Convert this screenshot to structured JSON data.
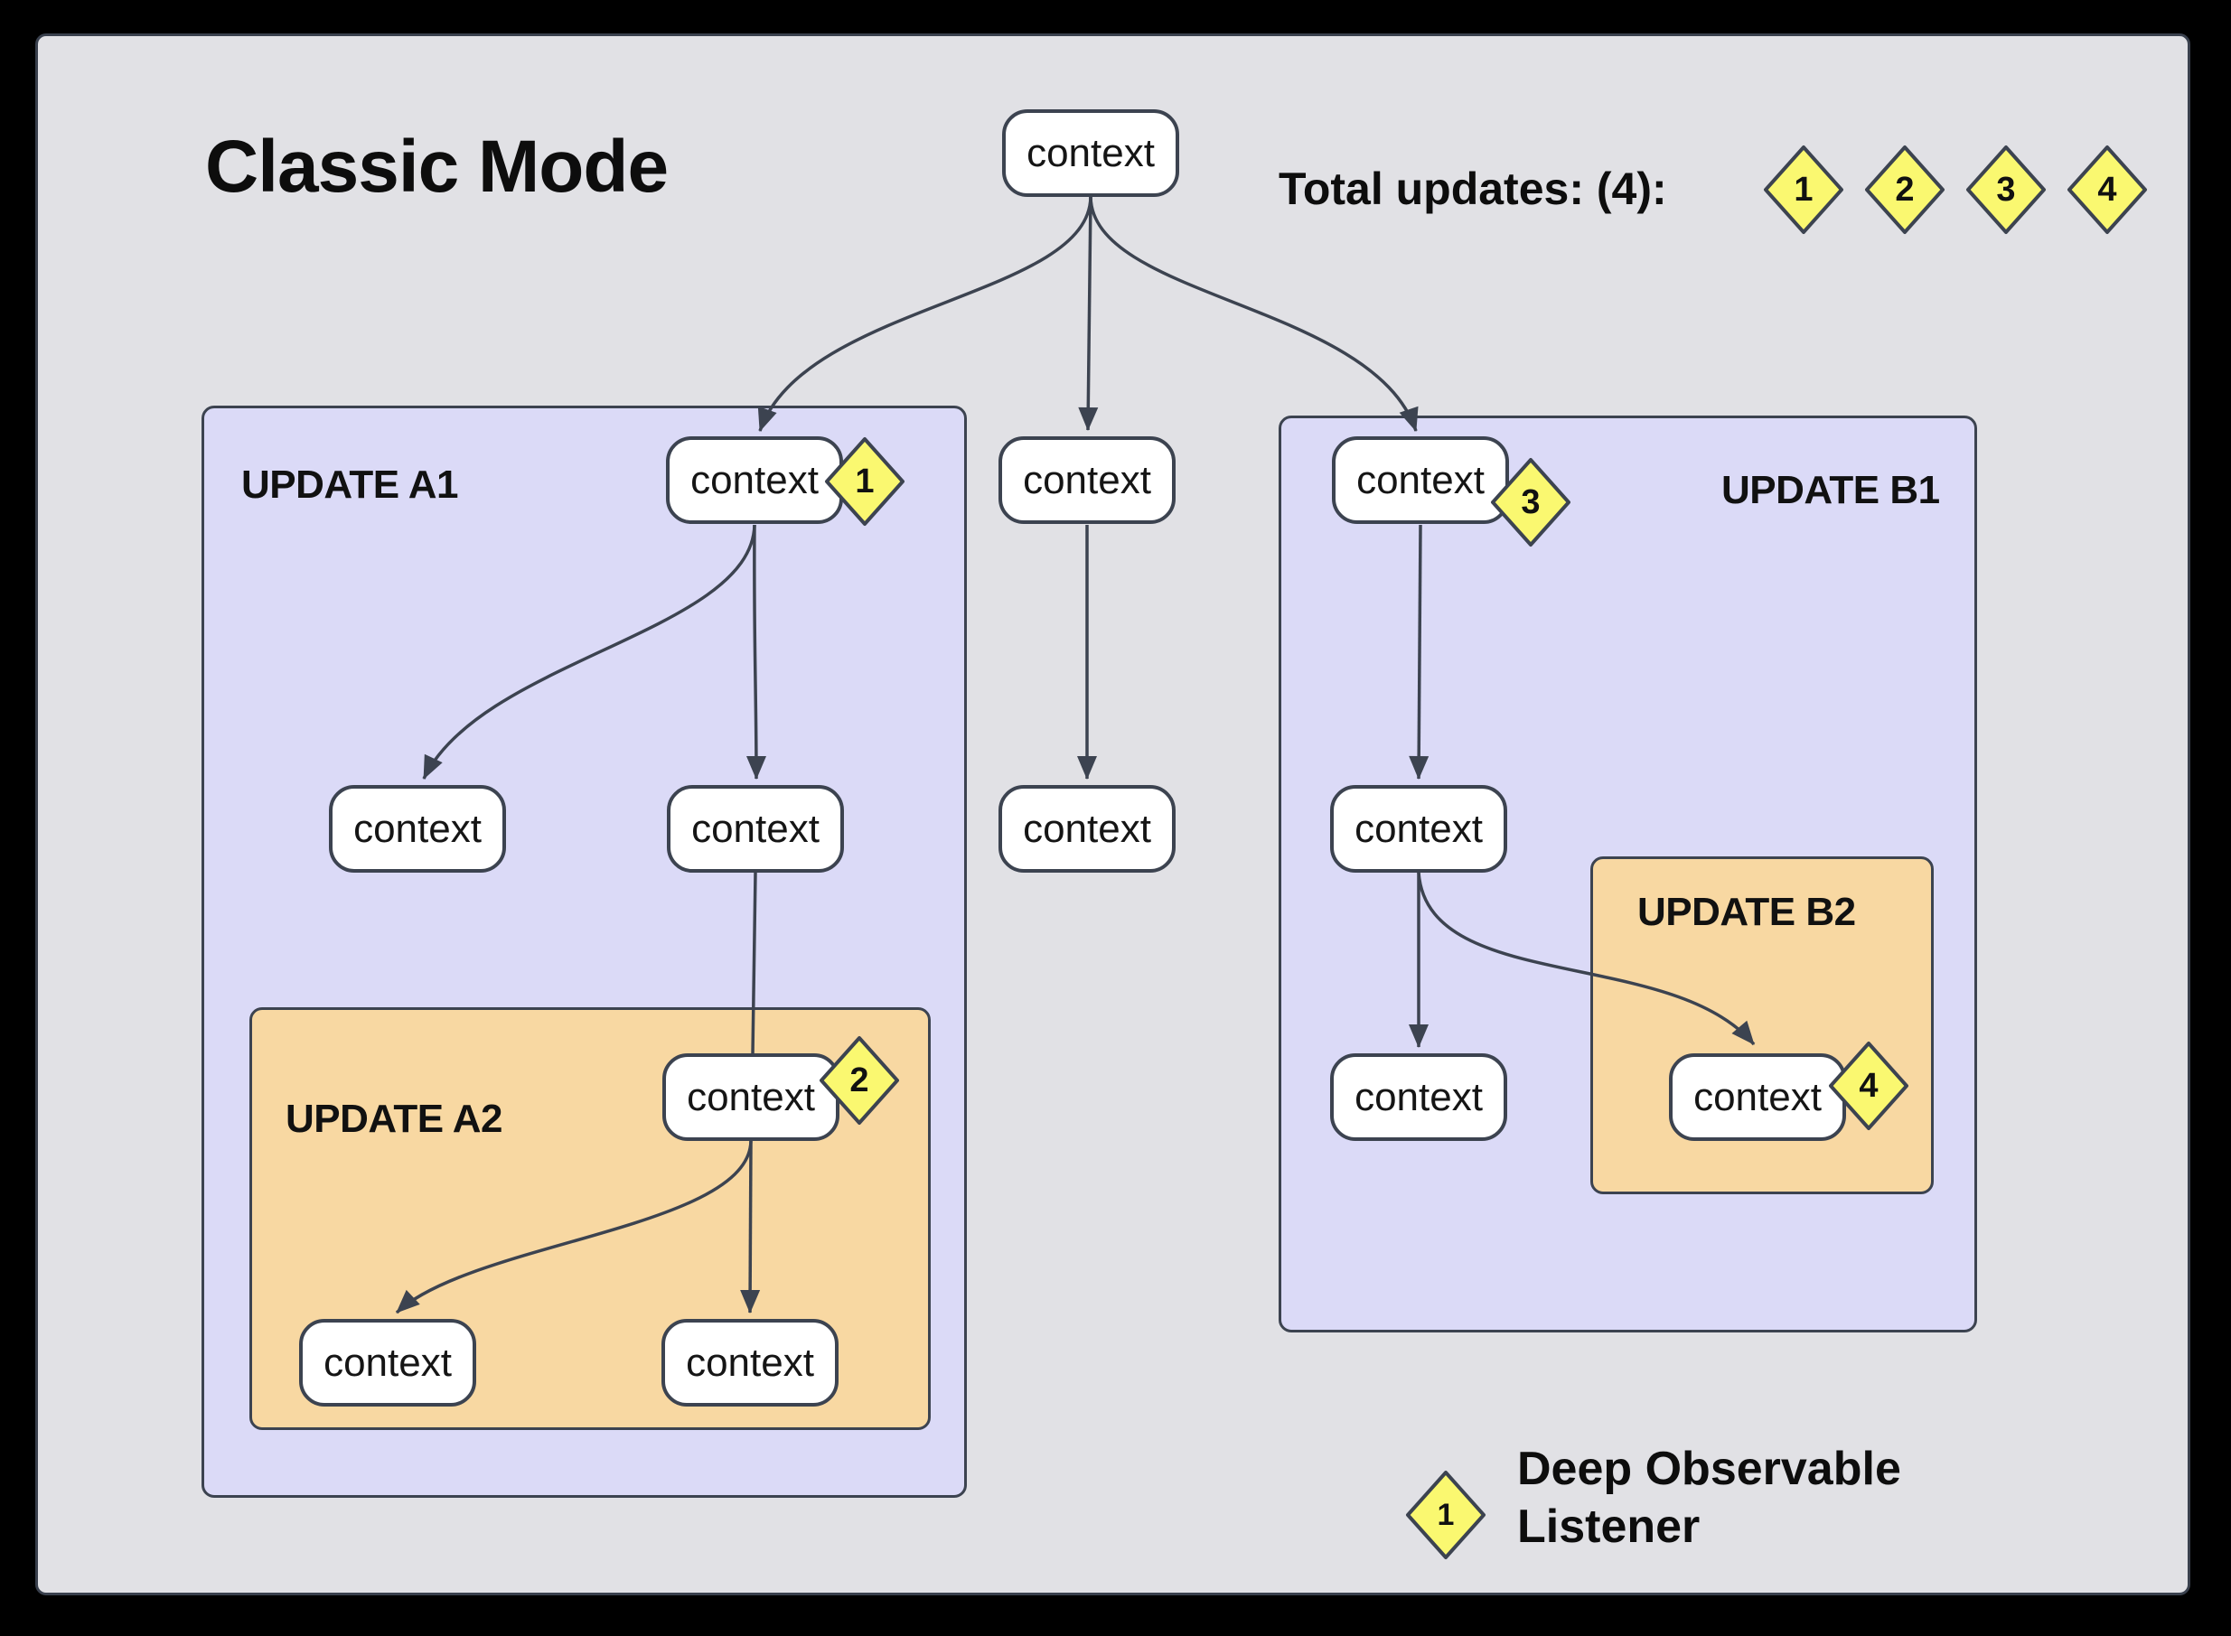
{
  "title": "Classic Mode",
  "header": {
    "total_updates_label": "Total updates: (4):",
    "badges": [
      "1",
      "2",
      "3",
      "4"
    ]
  },
  "regions": [
    {
      "id": "A1",
      "label": "UPDATE A1"
    },
    {
      "id": "A2",
      "label": "UPDATE A2"
    },
    {
      "id": "B1",
      "label": "UPDATE B1"
    },
    {
      "id": "B2",
      "label": "UPDATE B2"
    }
  ],
  "nodes": [
    {
      "id": "root",
      "label": "context",
      "badge": null
    },
    {
      "id": "a1-top",
      "label": "context",
      "badge": "1"
    },
    {
      "id": "mid-top",
      "label": "context",
      "badge": null
    },
    {
      "id": "b1-top",
      "label": "context",
      "badge": "3"
    },
    {
      "id": "a1-left",
      "label": "context",
      "badge": null
    },
    {
      "id": "a1-right",
      "label": "context",
      "badge": null
    },
    {
      "id": "mid-bottom",
      "label": "context",
      "badge": null
    },
    {
      "id": "b1-mid",
      "label": "context",
      "badge": null
    },
    {
      "id": "a2-top",
      "label": "context",
      "badge": "2"
    },
    {
      "id": "b1-bottom",
      "label": "context",
      "badge": null
    },
    {
      "id": "b2-node",
      "label": "context",
      "badge": "4"
    },
    {
      "id": "a2-left",
      "label": "context",
      "badge": null
    },
    {
      "id": "a2-right",
      "label": "context",
      "badge": null
    }
  ],
  "edges": [
    {
      "from": "root",
      "to": "a1-top",
      "arrow": true
    },
    {
      "from": "root",
      "to": "mid-top",
      "arrow": true
    },
    {
      "from": "root",
      "to": "b1-top",
      "arrow": true
    },
    {
      "from": "a1-top",
      "to": "a1-left",
      "arrow": true
    },
    {
      "from": "a1-top",
      "to": "a1-right",
      "arrow": true
    },
    {
      "from": "a1-right",
      "to": "a2-top",
      "arrow": false
    },
    {
      "from": "a2-top",
      "to": "a2-left",
      "arrow": true
    },
    {
      "from": "a2-top",
      "to": "a2-right",
      "arrow": true
    },
    {
      "from": "mid-top",
      "to": "mid-bottom",
      "arrow": true
    },
    {
      "from": "b1-top",
      "to": "b1-mid",
      "arrow": true
    },
    {
      "from": "b1-mid",
      "to": "b1-bottom",
      "arrow": true
    },
    {
      "from": "b1-mid",
      "to": "b2-node",
      "arrow": true
    }
  ],
  "legend": {
    "badge": "1",
    "label_line1": "Deep Observable",
    "label_line2": "Listener"
  },
  "colors": {
    "frame": "#000000",
    "panel": "#E1E1E5",
    "region_primary": "#DBDAF7",
    "region_nested": "#F8D8A2",
    "badge_fill": "#FAF870",
    "stroke": "#3C4350",
    "node_fill": "#FFFFFF",
    "text": "#111111"
  }
}
